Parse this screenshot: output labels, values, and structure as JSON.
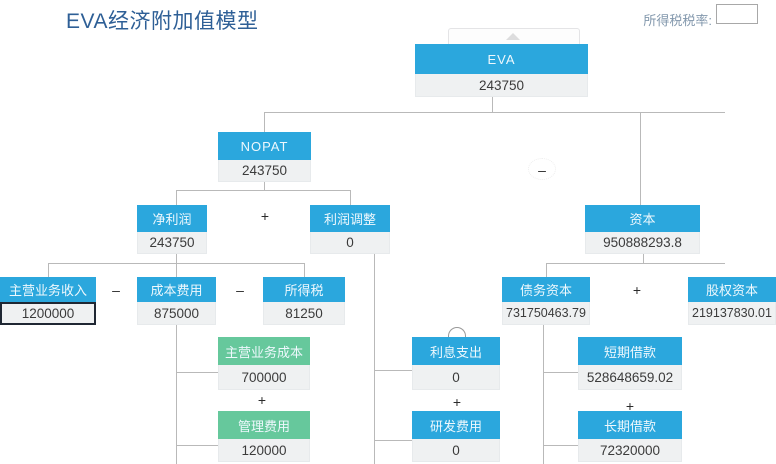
{
  "page": {
    "title": "EVA经济附加值模型",
    "tax_rate_label": "所得税税率:",
    "tax_rate_value": ""
  },
  "signs": {
    "plus": "+",
    "minus": "–"
  },
  "colors": {
    "title_blue": "#2e5f96",
    "node_blue": "#2ba7dd",
    "node_green": "#66c89c",
    "value_bg": "#eff1f2",
    "connector_gray": "#b9b9b9",
    "selection_border": "#1f2733"
  },
  "nodes": {
    "eva": {
      "label": "EVA",
      "value": "243750"
    },
    "nopat": {
      "label": "NOPAT",
      "value": "243750"
    },
    "net_profit": {
      "label": "净利润",
      "value": "243750"
    },
    "profit_adjust": {
      "label": "利润调整",
      "value": "0"
    },
    "capital": {
      "label": "资本",
      "value": "950888293.8"
    },
    "revenue": {
      "label": "主营业务收入",
      "value": "1200000"
    },
    "cost_expense": {
      "label": "成本费用",
      "value": "875000"
    },
    "income_tax": {
      "label": "所得税",
      "value": "81250"
    },
    "debt_capital": {
      "label": "债务资本",
      "value": "731750463.79"
    },
    "equity_capital": {
      "label": "股权资本",
      "value": "219137830.01"
    },
    "main_cost": {
      "label": "主营业务成本",
      "value": "700000"
    },
    "admin_expense": {
      "label": "管理费用",
      "value": "120000"
    },
    "interest_exp": {
      "label": "利息支出",
      "value": "0"
    },
    "rd_expense": {
      "label": "研发费用",
      "value": "0"
    },
    "short_loan": {
      "label": "短期借款",
      "value": "528648659.02"
    },
    "long_loan": {
      "label": "长期借款",
      "value": "72320000"
    }
  }
}
